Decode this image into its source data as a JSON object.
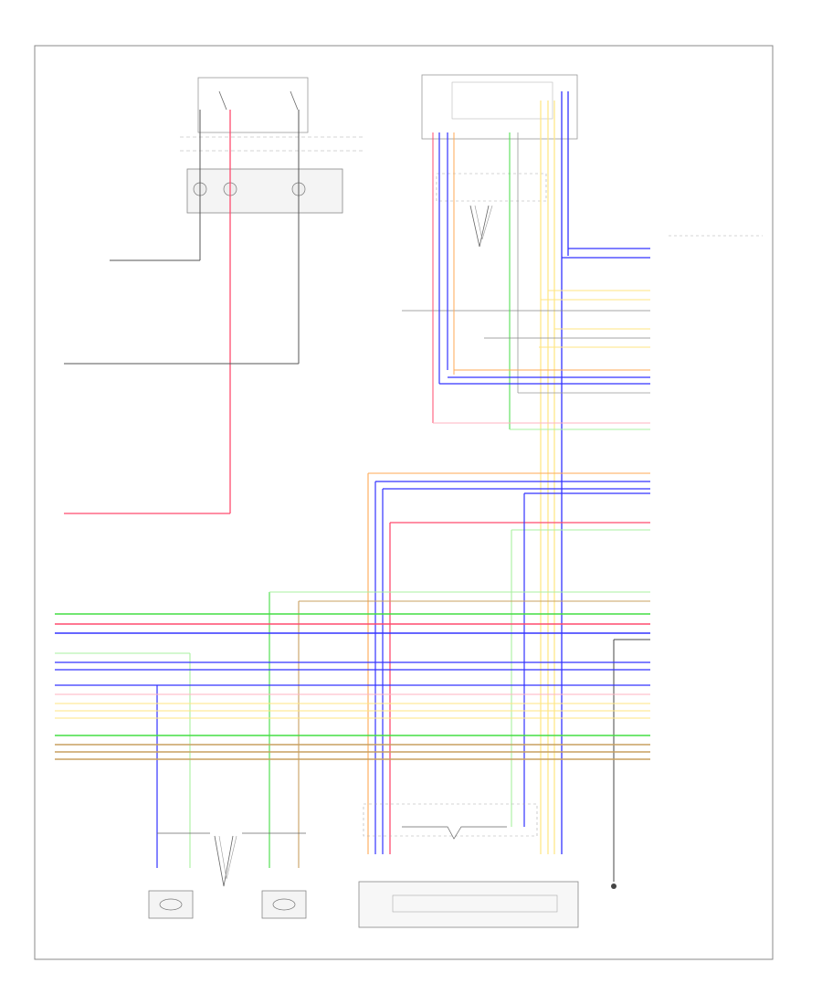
{
  "diagram": {
    "footer_code": "",
    "colors": {
      "red": "#ff4b6e",
      "pink": "#ffb3c0",
      "green": "#44dd44",
      "lightgreen": "#a8f0a0",
      "blue": "#3333ff",
      "yellow": "#ffe680",
      "orange": "#ffaa55",
      "tan": "#c8a060",
      "black": "#444444",
      "gray": "#999999",
      "white": "#cccccc"
    },
    "components": {
      "top_switch_title": "",
      "transmission_title": "",
      "ecm_name": "",
      "sensor_a": "",
      "sensor_b": "",
      "bottom_block": "",
      "ground_a": "",
      "ground_b": "",
      "ground_c": "",
      "twisted_label": ""
    },
    "connector_pins": [
      {
        "label": "",
        "color": "blue"
      },
      {
        "label": "",
        "color": "blue"
      },
      {
        "label": "",
        "color": "gray"
      },
      {
        "label": "",
        "color": "gray"
      },
      {
        "label": "",
        "color": "yellow"
      },
      {
        "label": "",
        "color": "yellow"
      },
      {
        "label": "",
        "color": "gray"
      },
      {
        "label": "",
        "color": "yellow"
      },
      {
        "label": "",
        "color": "yellow"
      },
      {
        "label": "",
        "color": "yellow"
      },
      {
        "label": "",
        "color": "orange"
      },
      {
        "label": "",
        "color": "blue"
      },
      {
        "label": "",
        "color": "blue"
      },
      {
        "label": "",
        "color": "pink"
      },
      {
        "label": "",
        "color": "lightgreen"
      },
      {
        "label": "",
        "color": "orange"
      },
      {
        "label": "",
        "color": "blue"
      },
      {
        "label": "",
        "color": "blue"
      },
      {
        "label": "",
        "color": "red"
      },
      {
        "label": "",
        "color": "lightgreen"
      }
    ],
    "left_pins": [
      {
        "label": "",
        "color": "green"
      },
      {
        "label": "",
        "color": "red"
      },
      {
        "label": "",
        "color": "blue"
      },
      {
        "label": "",
        "color": "lightgreen"
      },
      {
        "label": "",
        "color": "blue"
      },
      {
        "label": "",
        "color": "blue"
      },
      {
        "label": "",
        "color": "blue"
      },
      {
        "label": "",
        "color": "pink"
      },
      {
        "label": "",
        "color": "yellow"
      },
      {
        "label": "",
        "color": "yellow"
      },
      {
        "label": "",
        "color": "yellow"
      },
      {
        "label": "",
        "color": "green"
      },
      {
        "label": "",
        "color": "tan"
      },
      {
        "label": "",
        "color": "tan"
      },
      {
        "label": "",
        "color": "tan"
      }
    ]
  }
}
